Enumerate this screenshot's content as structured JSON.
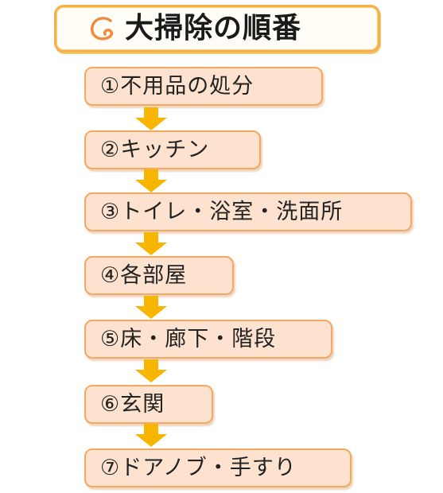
{
  "title": {
    "icon": "c-curl-icon",
    "text": "大掃除の順番"
  },
  "steps": [
    {
      "label": "①不用品の処分"
    },
    {
      "label": "②キッチン"
    },
    {
      "label": "③トイレ・浴室・洗面所"
    },
    {
      "label": "④各部屋"
    },
    {
      "label": "⑤床・廊下・階段"
    },
    {
      "label": "⑥玄関"
    },
    {
      "label": "⑦ドアノブ・手すり"
    }
  ],
  "colors": {
    "title_border": "#f1b24a",
    "step_fill": "#fde3cf",
    "step_border": "#f4a860",
    "arrow": "#f7b500",
    "icon": "#f08a3c"
  }
}
